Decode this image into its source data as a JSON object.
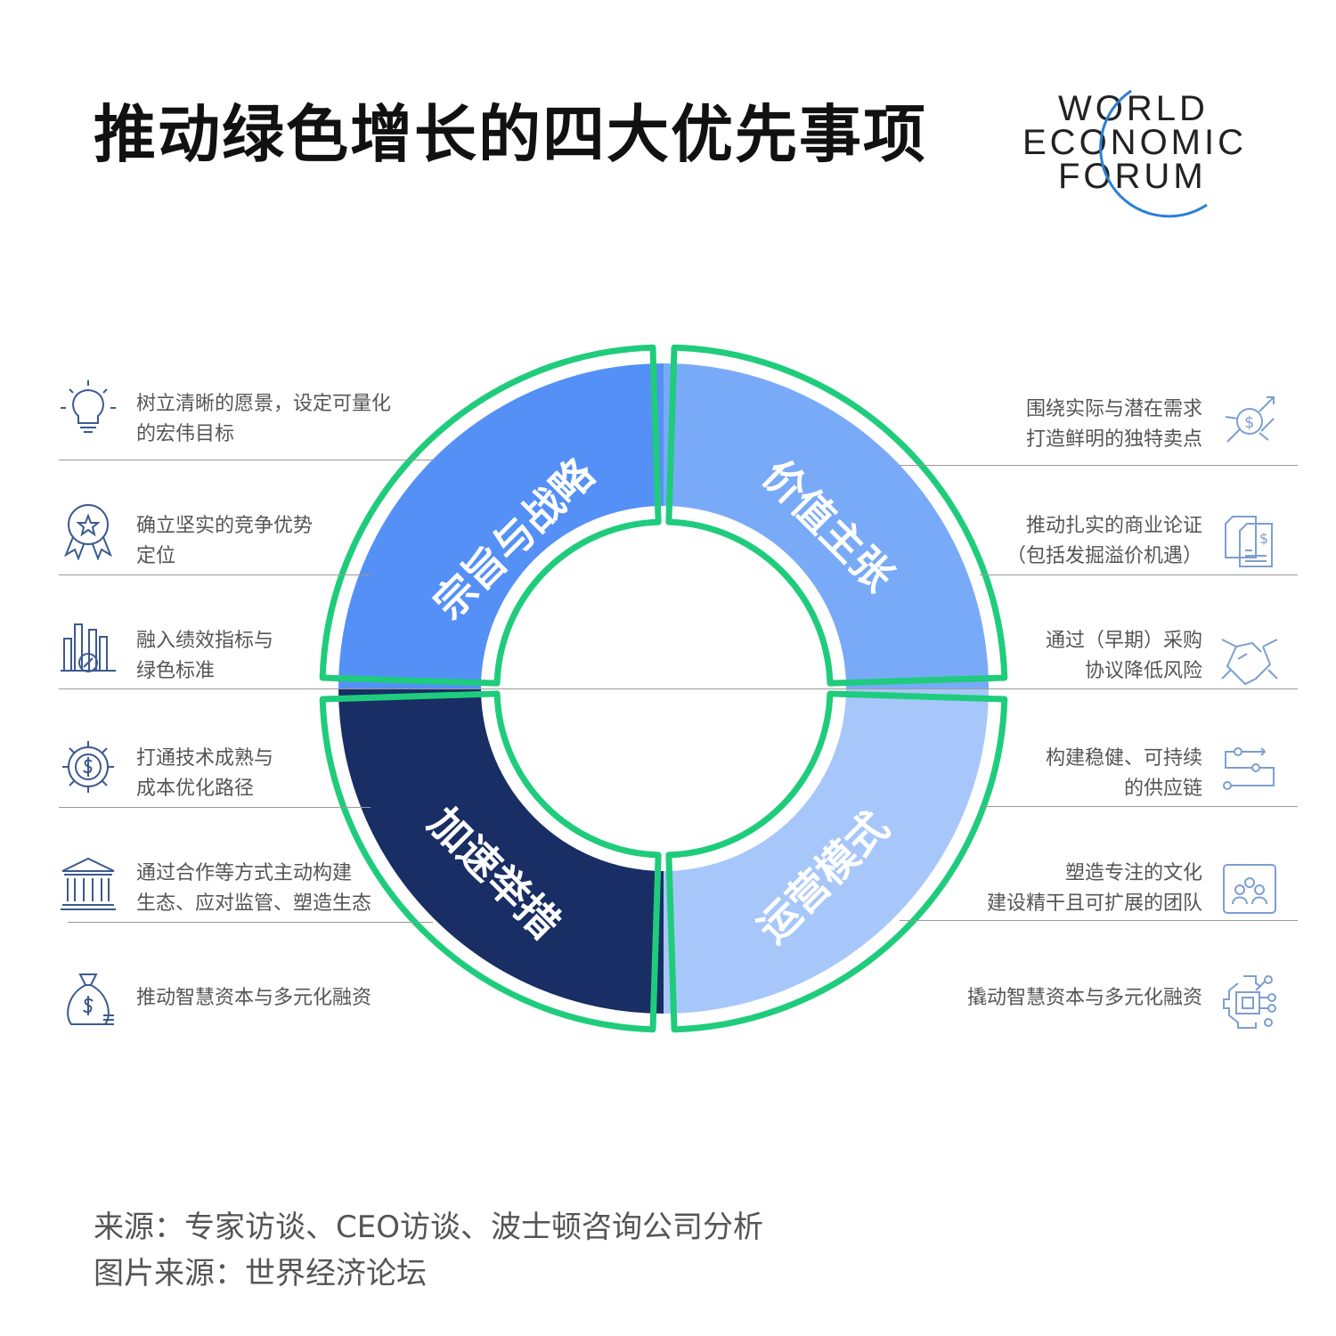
{
  "title": "推动绿色增长的四大优先事项",
  "logo": {
    "line1": "WORLD",
    "line2": "ECONOMIC",
    "line3": "FORUM"
  },
  "quadrants": [
    {
      "label": "宗旨与战略",
      "color": "#5490f6"
    },
    {
      "label": "价值主张",
      "color": "#79aaf8"
    },
    {
      "label": "运营模式",
      "color": "#a7c7fb"
    },
    {
      "label": "加速举措",
      "color": "#182e64"
    }
  ],
  "outline_color": "#1fcc7c",
  "left_items": [
    {
      "text": "树立清晰的愿景，设定可量化\n的宏伟目标",
      "icon": "lightbulb-icon"
    },
    {
      "text": "确立坚实的竞争优势\n定位",
      "icon": "award-ribbon-icon"
    },
    {
      "text": "融入绩效指标与\n绿色标准",
      "icon": "bar-chart-percent-icon"
    },
    {
      "text": "打通技术成熟与\n成本优化路径",
      "icon": "gear-dollar-icon"
    },
    {
      "text": "通过合作等方式主动构建\n生态、应对监管、塑造生态",
      "icon": "institution-building-icon"
    },
    {
      "text": "推动智慧资本与多元化融资",
      "icon": "money-bag-icon"
    }
  ],
  "right_items": [
    {
      "text": "围绕实际与潜在需求\n打造鲜明的独特卖点",
      "icon": "dollar-network-icon"
    },
    {
      "text": "推动扎实的商业论证\n（包括发掘溢价机遇）",
      "icon": "documents-dollar-icon"
    },
    {
      "text": "通过（早期）采购\n协议降低风险",
      "icon": "handshake-icon"
    },
    {
      "text": "构建稳健、可持续\n的供应链",
      "icon": "supply-chain-flow-icon"
    },
    {
      "text": "塑造专注的文化\n建设精干且可扩展的团队",
      "icon": "team-cycle-icon"
    },
    {
      "text": "撬动智慧资本与多元化融资",
      "icon": "chip-gear-icon"
    }
  ],
  "source": {
    "line1": "来源：专家访谈、CEO访谈、波士顿咨询公司分析",
    "line2": "图片来源：世界经济论坛"
  }
}
